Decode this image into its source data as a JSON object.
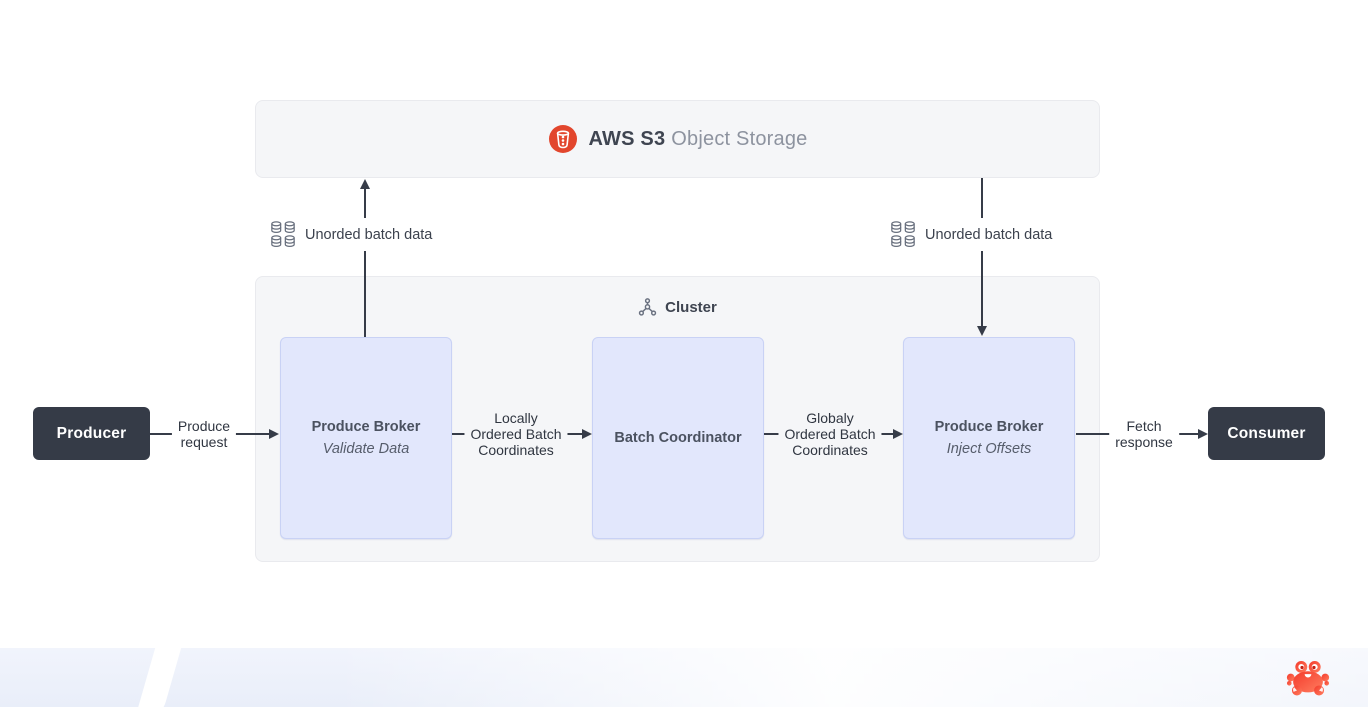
{
  "s3": {
    "brand": "AWS S3",
    "product": "Object Storage",
    "icon": "s3-bucket-icon",
    "icon_color": "#e2462d"
  },
  "batch_labels": {
    "left": "Unorded batch data",
    "right": "Unorded batch data",
    "icon": "database-grid-icon"
  },
  "cluster": {
    "title": "Cluster",
    "icon": "cluster-nodes-icon",
    "nodes": [
      {
        "title": "Produce Broker",
        "subtitle": "Validate Data"
      },
      {
        "title": "Batch Coordinator",
        "subtitle": ""
      },
      {
        "title": "Produce Broker",
        "subtitle": "Inject Offsets"
      }
    ]
  },
  "endpoints": {
    "producer": "Producer",
    "consumer": "Consumer"
  },
  "flows": {
    "produce_request": "Produce\nrequest",
    "locally_ordered": "Locally\nOrdered Batch\nCoordinates",
    "globally_ordered": "Globaly\nOrdered Batch\nCoordinates",
    "fetch_response": "Fetch\nresponse"
  },
  "branding": {
    "logo": "crab-logo-icon",
    "logo_color_start": "#f43a2b",
    "logo_color_end": "#ff7e60"
  },
  "colors": {
    "panel_bg": "#f5f6f8",
    "node_fill": "#e2e7fc",
    "node_border": "#c9d2f5",
    "endpoint_bg": "#353b47",
    "line": "#363c48",
    "footer_bg": "#edf1fb"
  }
}
